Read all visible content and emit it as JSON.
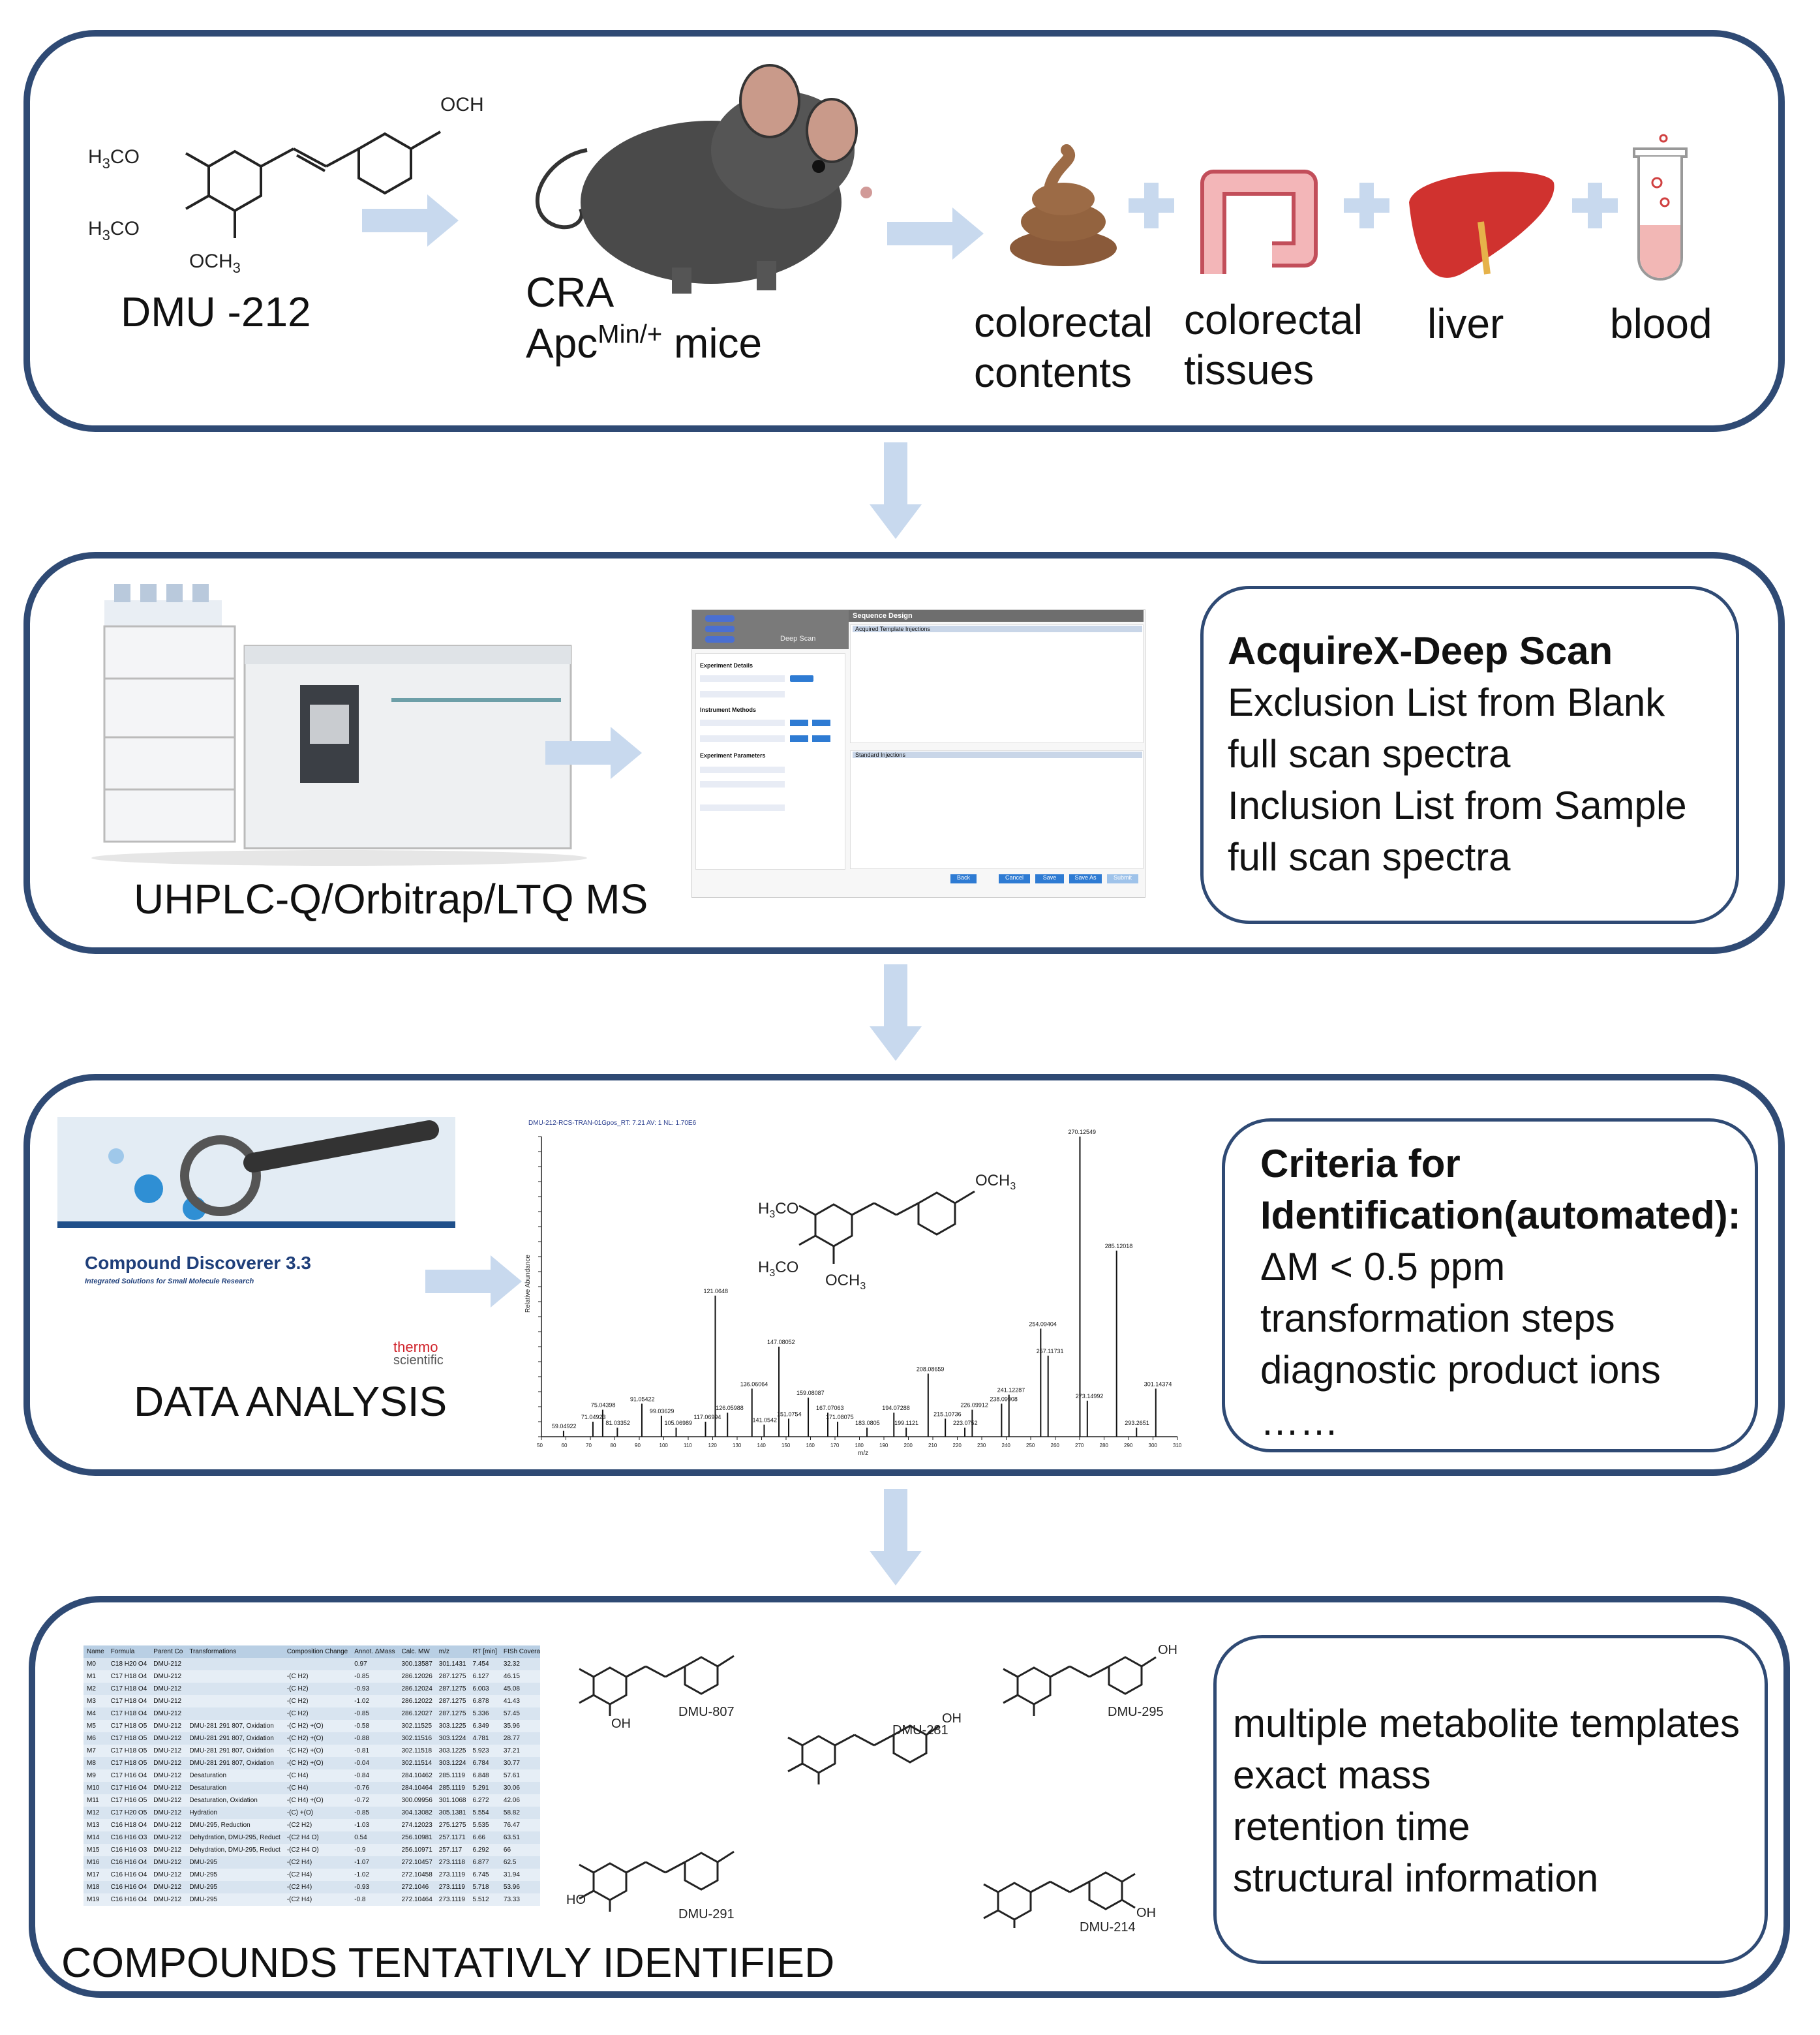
{
  "panel1": {
    "compound_name": "DMU -212",
    "groups": {
      "och3": "OCH",
      "h3co": "H",
      "co": "CO",
      "sub3": "3"
    },
    "mice_line1": "CRA",
    "mice_line2_a": "Apc",
    "mice_line2_sup": "Min/+",
    "mice_line2_b": " mice",
    "samples": [
      {
        "line1": "colorectal",
        "line2": "contents"
      },
      {
        "line1": "colorectal",
        "line2": "tissues"
      },
      {
        "line1": "liver",
        "line2": ""
      },
      {
        "line1": "blood",
        "line2": ""
      }
    ]
  },
  "panel2": {
    "instrument_label": "UHPLC-Q/Orbitrap/LTQ MS",
    "box_title": "AcquireX-Deep Scan",
    "box_lines": [
      "Exclusion List from Blank",
      "full scan spectra",
      "Inclusion List from Sample",
      "full scan spectra"
    ],
    "software": {
      "deep_scan": "Deep Scan",
      "sequence_design": "Sequence Design",
      "acquired_template": "Acquired Template Injections",
      "std_injections": "Standard Injections",
      "experiment_details": "Experiment Details",
      "instrument_methods": "Instrument Methods",
      "experiment_params": "Experiment Parameters",
      "buttons": [
        "Back",
        "Cancel",
        "Save",
        "Save As",
        "Submit"
      ]
    }
  },
  "panel3": {
    "label": "DATA ANALYSIS",
    "splash_title": "Compound Discoverer 3.3",
    "splash_sub": "Integrated Solutions for Small Molecule Research",
    "brand1": "thermo",
    "brand2": "scientific",
    "box_title_l1": "Criteria for",
    "box_title_l2": "Identification(automated):",
    "box_lines": [
      "ΔM < 0.5 ppm",
      "transformation steps",
      "diagnostic product ions",
      "……"
    ],
    "spectrum": {
      "header": "DMU-212-RCS-TRAN-01Gpos_RT: 7.21 AV: 1 NL: 1.70E6",
      "xlabel": "m/z",
      "ylabel": "Relative Abundance",
      "peaks": [
        {
          "mz": 59.04922,
          "rel": 2
        },
        {
          "mz": 71.04923,
          "rel": 5
        },
        {
          "mz": 75.04398,
          "rel": 9
        },
        {
          "mz": 81.03352,
          "rel": 3
        },
        {
          "mz": 91.05422,
          "rel": 11
        },
        {
          "mz": 99.03629,
          "rel": 7
        },
        {
          "mz": 105.06989,
          "rel": 3
        },
        {
          "mz": 117.06994,
          "rel": 5
        },
        {
          "mz": 121.0648,
          "rel": 47
        },
        {
          "mz": 126.05988,
          "rel": 8
        },
        {
          "mz": 136.06064,
          "rel": 16
        },
        {
          "mz": 141.0542,
          "rel": 4
        },
        {
          "mz": 147.08052,
          "rel": 30
        },
        {
          "mz": 151.0754,
          "rel": 6
        },
        {
          "mz": 159.08087,
          "rel": 13
        },
        {
          "mz": 167.07063,
          "rel": 8
        },
        {
          "mz": 171.08075,
          "rel": 5
        },
        {
          "mz": 183.0805,
          "rel": 3
        },
        {
          "mz": 194.07288,
          "rel": 8
        },
        {
          "mz": 199.1121,
          "rel": 3
        },
        {
          "mz": 208.08659,
          "rel": 21
        },
        {
          "mz": 215.10736,
          "rel": 6
        },
        {
          "mz": 223.0752,
          "rel": 3
        },
        {
          "mz": 226.09912,
          "rel": 9
        },
        {
          "mz": 238.09908,
          "rel": 11
        },
        {
          "mz": 241.12287,
          "rel": 14
        },
        {
          "mz": 254.09404,
          "rel": 36
        },
        {
          "mz": 257.11731,
          "rel": 27
        },
        {
          "mz": 270.12549,
          "rel": 100
        },
        {
          "mz": 273.14992,
          "rel": 12
        },
        {
          "mz": 285.12018,
          "rel": 62
        },
        {
          "mz": 293.2651,
          "rel": 3
        },
        {
          "mz": 301.14374,
          "rel": 16
        }
      ],
      "xlim": [
        50,
        310
      ]
    },
    "molecule_labels": {
      "och3": "OCH",
      "h3co": "H",
      "co": "CO",
      "sub3": "3"
    }
  },
  "panel4": {
    "label": "COMPOUNDS TENTATIVLY IDENTIFIED",
    "box_lines": [
      "multiple metabolite templates",
      "exact mass",
      "retention time",
      "structural information"
    ],
    "table": {
      "headers": [
        "Name",
        "Formula",
        "Parent Co",
        "Transformations",
        "Composition Change",
        "Annot. ΔMass",
        "Calc. MW",
        "m/z",
        "RT [min]",
        "FISh Coverage"
      ],
      "rows": [
        [
          "M0",
          "C18 H20 O4",
          "DMU-212",
          "",
          "",
          "0.97",
          "300.13587",
          "301.1431",
          "7.454",
          "32.32"
        ],
        [
          "M1",
          "C17 H18 O4",
          "DMU-212",
          "",
          "-(C H2)",
          "-0.85",
          "286.12026",
          "287.1275",
          "6.127",
          "46.15"
        ],
        [
          "M2",
          "C17 H18 O4",
          "DMU-212",
          "",
          "-(C H2)",
          "-0.93",
          "286.12024",
          "287.1275",
          "6.003",
          "45.08"
        ],
        [
          "M3",
          "C17 H18 O4",
          "DMU-212",
          "",
          "-(C H2)",
          "-1.02",
          "286.12022",
          "287.1275",
          "6.878",
          "41.43"
        ],
        [
          "M4",
          "C17 H18 O4",
          "DMU-212",
          "",
          "-(C H2)",
          "-0.85",
          "286.12027",
          "287.1275",
          "5.336",
          "57.45"
        ],
        [
          "M5",
          "C17 H18 O5",
          "DMU-212",
          "DMU-281 291 807, Oxidation",
          "-(C H2) +(O)",
          "-0.58",
          "302.11525",
          "303.1225",
          "6.349",
          "35.96"
        ],
        [
          "M6",
          "C17 H18 O5",
          "DMU-212",
          "DMU-281 291 807, Oxidation",
          "-(C H2) +(O)",
          "-0.88",
          "302.11516",
          "303.1224",
          "4.781",
          "28.77"
        ],
        [
          "M7",
          "C17 H18 O5",
          "DMU-212",
          "DMU-281 291 807, Oxidation",
          "-(C H2) +(O)",
          "-0.81",
          "302.11518",
          "303.1225",
          "5.923",
          "37.21"
        ],
        [
          "M8",
          "C17 H18 O5",
          "DMU-212",
          "DMU-281 291 807, Oxidation",
          "-(C H2) +(O)",
          "-0.04",
          "302.11514",
          "303.1224",
          "6.784",
          "30.77"
        ],
        [
          "M9",
          "C17 H16 O4",
          "DMU-212",
          "Desaturation",
          "-(C H4)",
          "-0.84",
          "284.10462",
          "285.1119",
          "6.848",
          "57.61"
        ],
        [
          "M10",
          "C17 H16 O4",
          "DMU-212",
          "Desaturation",
          "-(C H4)",
          "-0.76",
          "284.10464",
          "285.1119",
          "5.291",
          "30.06"
        ],
        [
          "M11",
          "C17 H16 O5",
          "DMU-212",
          "Desaturation, Oxidation",
          "-(C H4) +(O)",
          "-0.72",
          "300.09956",
          "301.1068",
          "6.272",
          "42.06"
        ],
        [
          "M12",
          "C17 H20 O5",
          "DMU-212",
          "Hydration",
          "-(C) +(O)",
          "-0.85",
          "304.13082",
          "305.1381",
          "5.554",
          "58.82"
        ],
        [
          "M13",
          "C16 H18 O4",
          "DMU-212",
          "DMU-295, Reduction",
          "-(C2 H2)",
          "-1.03",
          "274.12023",
          "275.1275",
          "5.535",
          "76.47"
        ],
        [
          "M14",
          "C16 H16 O3",
          "DMU-212",
          "Dehydration, DMU-295, Reduct",
          "-(C2 H4 O)",
          "0.54",
          "256.10981",
          "257.1171",
          "6.66",
          "63.51"
        ],
        [
          "M15",
          "C16 H16 O3",
          "DMU-212",
          "Dehydration, DMU-295, Reduct",
          "-(C2 H4 O)",
          "-0.9",
          "256.10971",
          "257.117",
          "6.292",
          "66"
        ],
        [
          "M16",
          "C16 H16 O4",
          "DMU-212",
          "DMU-295",
          "-(C2 H4)",
          "-1.07",
          "272.10457",
          "273.1118",
          "6.877",
          "62.5"
        ],
        [
          "M17",
          "C16 H16 O4",
          "DMU-212",
          "DMU-295",
          "-(C2 H4)",
          "-1.02",
          "272.10458",
          "273.1119",
          "6.745",
          "31.94"
        ],
        [
          "M18",
          "C16 H16 O4",
          "DMU-212",
          "DMU-295",
          "-(C2 H4)",
          "-0.93",
          "272.1046",
          "273.1119",
          "5.718",
          "53.96"
        ],
        [
          "M19",
          "C16 H16 O4",
          "DMU-212",
          "DMU-295",
          "-(C2 H4)",
          "-0.8",
          "272.10464",
          "273.1119",
          "5.512",
          "73.33"
        ]
      ]
    },
    "structures": [
      {
        "name": "DMU-807",
        "sub": "OH"
      },
      {
        "name": "DMU-281",
        "sub": "OH"
      },
      {
        "name": "DMU-295",
        "sub": "OH"
      },
      {
        "name": "DMU-291",
        "sub": "HO"
      },
      {
        "name": "DMU-214",
        "sub": "OH"
      }
    ]
  },
  "colors": {
    "border": "#2f4a74",
    "arrow": "#c8d9ee"
  }
}
